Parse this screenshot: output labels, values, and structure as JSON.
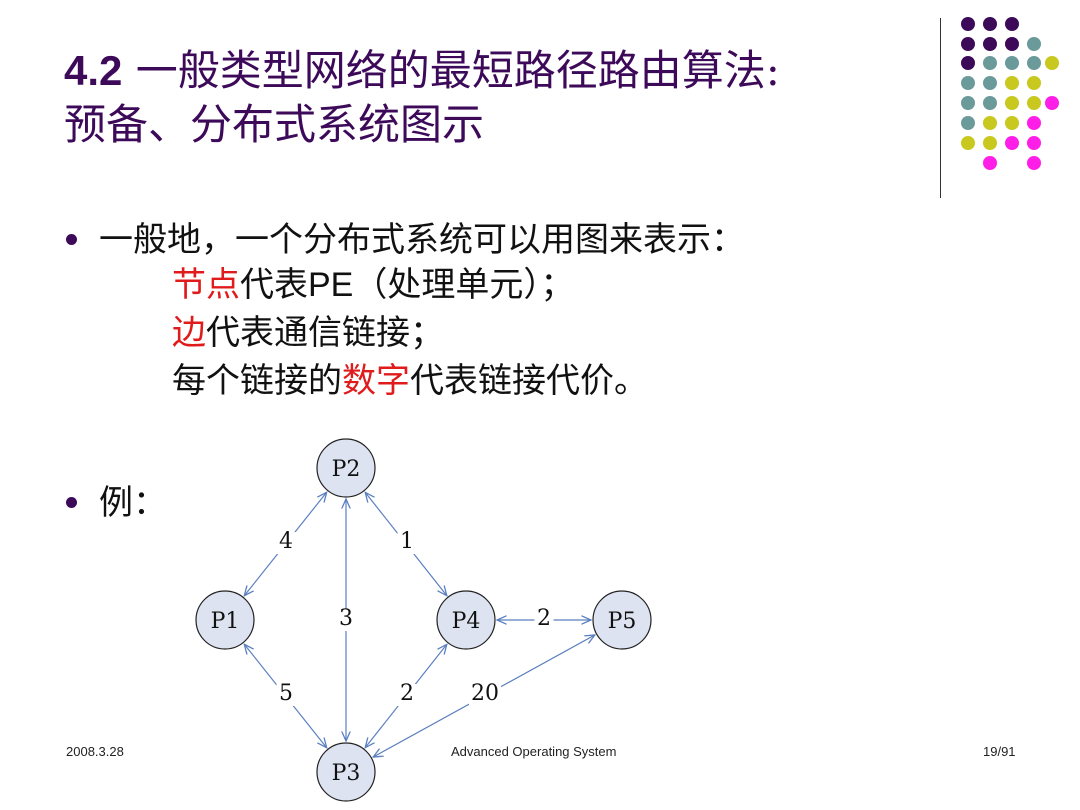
{
  "title": {
    "number": "4.2",
    "line1_text": "一般类型网络的最短路径路由算法:",
    "line2_text": "预备、分布式系统图示"
  },
  "bullets": [
    {
      "intro": "一般地，一个分布式系统可以用图来表示：",
      "lines": [
        {
          "red": "节点",
          "rest_1": "代表",
          "latin": "PE",
          "rest_2": "（处理单元）；"
        },
        {
          "red": "边",
          "rest": "代表通信链接；"
        },
        {
          "pre": "每个链接的",
          "red": "数字",
          "post": "代表链接代价。"
        }
      ]
    },
    {
      "text": "例："
    }
  ],
  "graph": {
    "nodes": [
      "P1",
      "P2",
      "P3",
      "P4",
      "P5"
    ],
    "edges": [
      {
        "from": "P1",
        "to": "P2",
        "cost": "4"
      },
      {
        "from": "P2",
        "to": "P4",
        "cost": "1"
      },
      {
        "from": "P2",
        "to": "P3",
        "cost": "3"
      },
      {
        "from": "P4",
        "to": "P5",
        "cost": "2"
      },
      {
        "from": "P1",
        "to": "P3",
        "cost": "5"
      },
      {
        "from": "P3",
        "to": "P4",
        "cost": "2"
      },
      {
        "from": "P3",
        "to": "P5",
        "cost": "20"
      }
    ]
  },
  "footer": {
    "date": "2008.3.28",
    "course": "Advanced Operating System",
    "page": "19/91"
  },
  "colors": {
    "title": "#3d0a5a",
    "highlight": "#e01b1b",
    "dot_purple": "#3d0a5a",
    "dot_teal": "#6a9a9a",
    "dot_yellow": "#c8c81e",
    "dot_magenta": "#ff1ee8",
    "node_fill": "#dde3f0",
    "edge": "#5b7fbf"
  }
}
